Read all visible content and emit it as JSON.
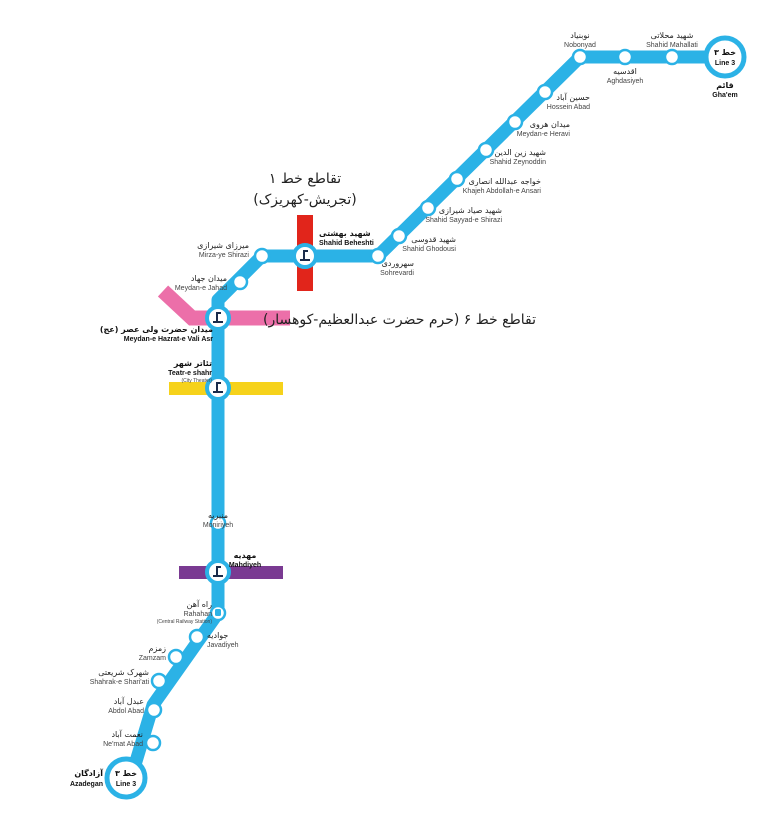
{
  "colors": {
    "line3": "#2bb2e6",
    "line1": "#e1251b",
    "line6": "#ec6fa9",
    "line4": "#f6d21b",
    "line7": "#7a3a92",
    "station_stroke": "#2bb2e6",
    "station_fill": "#ffffff"
  },
  "termini": {
    "north": {
      "badge_fa": "خط ۳",
      "badge_en": "Line 3",
      "name_fa": "قائم",
      "name_en": "Gha'em",
      "icon": "terminus-badge"
    },
    "south": {
      "badge_fa": "خط ۳",
      "badge_en": "Line 3",
      "name_fa": "آزادگان",
      "name_en": "Azadegan",
      "icon": "terminus-badge"
    }
  },
  "stations": [
    {
      "fa": "شهید محلاتی",
      "en": "Shahid Mahallati"
    },
    {
      "fa": "اقدسیه",
      "en": "Aghdasiyeh"
    },
    {
      "fa": "نوبنیاد",
      "en": "Nobonyad"
    },
    {
      "fa": "حسین آباد",
      "en": "Hossein Abad"
    },
    {
      "fa": "میدان هروی",
      "en": "Meydan-e Heravi"
    },
    {
      "fa": "شهید زین الدین",
      "en": "Shahid Zeynoddin"
    },
    {
      "fa": "خواجه عبدالله انصاری",
      "en": "Khajeh Abdollah-e Ansari"
    },
    {
      "fa": "شهید صیاد شیرازی",
      "en": "Shahid Sayyad-e Shirazi"
    },
    {
      "fa": "شهید قدوسی",
      "en": "Shahid Ghodousi"
    },
    {
      "fa": "سهروردی",
      "en": "Sohrevardi"
    },
    {
      "fa": "شهید بهشتی",
      "en": "Shahid Beheshti"
    },
    {
      "fa": "میرزای شیرازی",
      "en": "Mirza-ye Shirazi"
    },
    {
      "fa": "میدان جهاد",
      "en": "Meydan-e Jahad"
    },
    {
      "fa": "میدان حضرت ولی عصر (عج)",
      "en": "Meydan-e Hazrat-e Vali Asr"
    },
    {
      "fa": "تئاتر شهر",
      "en": "Teatr-e shahr",
      "sub_en": "(City Theater)"
    },
    {
      "fa": "منیریه",
      "en": "Moniriyeh"
    },
    {
      "fa": "مهدیه",
      "en": "Mahdiyeh"
    },
    {
      "fa": "راه آهن",
      "en": "Rahahan",
      "sub_en": "(Central Railway Station)"
    },
    {
      "fa": "جوادیه",
      "en": "Javadiyeh"
    },
    {
      "fa": "زمزم",
      "en": "Zamzam"
    },
    {
      "fa": "شهرک شریعتی",
      "en": "Shahrak-e Shari'ati"
    },
    {
      "fa": "عبدل آباد",
      "en": "Abdol Abad"
    },
    {
      "fa": "نعمت آباد",
      "en": "Ne'mat Abad"
    }
  ],
  "crossings": {
    "line1": {
      "title": "تقاطع خط ۱",
      "subtitle": "(تجریش-کهریزک)"
    },
    "line6": {
      "title": "تقاطع خط ۶ (حرم حضرت عبدالعظیم-کوهسار)"
    }
  },
  "icons": {
    "interchange": "interchange-icon",
    "train": "train-icon"
  }
}
